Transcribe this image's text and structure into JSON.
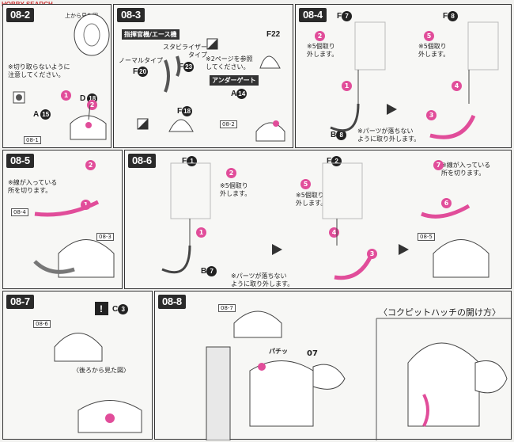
{
  "watermark": "HOBBY SEARCH",
  "p082": {
    "step": "08-2",
    "top_view": "上から見た図",
    "warn": "※切り取らないように\n注意してください。",
    "D": "D",
    "D_num": "18",
    "A": "A",
    "A_num": "15",
    "ref": "08-1"
  },
  "p083": {
    "step": "08-3",
    "header": "指揮官機/エース機",
    "stab": "スタビライザー\nタイプ",
    "normal": "ノーマルタイプ",
    "F20": "F",
    "F20n": "20",
    "F23": "F",
    "F23n": "23",
    "F18": "F",
    "F18n": "18",
    "F22": "F22",
    "ref2": "※2ページを参照\nしてください。",
    "under": "アンダーゲート",
    "A14": "A",
    "A14n": "14",
    "ref": "08-2"
  },
  "p084": {
    "step": "08-4",
    "F7": "F",
    "F7n": "7",
    "F8": "F",
    "F8n": "8",
    "cut5a": "※5個取り\n外します。",
    "cut5b": "※5個取り\n外します。",
    "B8": "B",
    "B8n": "8",
    "drop": "※パーツが落ちない\nように取り外します。"
  },
  "p085": {
    "step": "08-5",
    "cutline": "※線が入っている\n所を切ります。",
    "ref4": "08-4",
    "ref3": "08-3"
  },
  "p086": {
    "step": "08-6",
    "F1": "F",
    "F1n": "1",
    "F2": "F",
    "F2n": "2",
    "cut5a": "※5個取り\n外します。",
    "cut5b": "※5個取り\n外します。",
    "B7": "B",
    "B7n": "7",
    "drop": "※パーツが落ちない\nように取り外します。",
    "cutline": "※線が入っている\n所を切ります。",
    "ref5": "08-5"
  },
  "p087": {
    "step": "08-7",
    "C3": "C",
    "C3n": "3",
    "ref6": "08-6",
    "back": "〈後ろから見た図〉"
  },
  "p088": {
    "step": "08-8",
    "ref7": "08-7",
    "pachi": "パチッ",
    "part07": "07",
    "hatch": "〈コクピットハッチの開け方〉"
  }
}
